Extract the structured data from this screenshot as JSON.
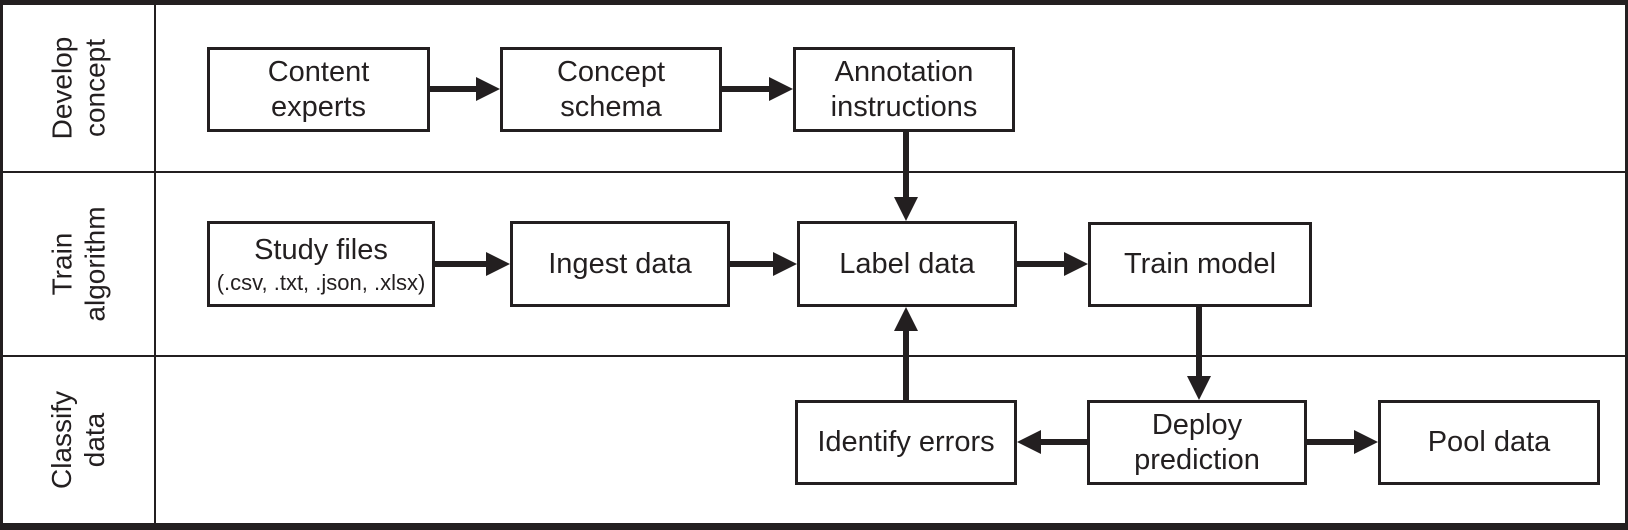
{
  "diagram": {
    "colors": {
      "ink": "#231f20",
      "paper": "#ffffff"
    },
    "lanes": [
      {
        "id": "develop-concept",
        "lines": [
          "Develop",
          "concept"
        ]
      },
      {
        "id": "train-algorithm",
        "lines": [
          "Train",
          "algorithm"
        ]
      },
      {
        "id": "classify-data",
        "lines": [
          "Classify",
          "data"
        ]
      }
    ],
    "nodes": {
      "content_experts": {
        "lines": [
          "Content",
          "experts"
        ]
      },
      "concept_schema": {
        "lines": [
          "Concept",
          "schema"
        ]
      },
      "annotation_instructions": {
        "lines": [
          "Annotation",
          "instructions"
        ]
      },
      "study_files": {
        "lines": [
          "Study files"
        ],
        "caption": "(.csv, .txt, .json, .xlsx)"
      },
      "ingest_data": {
        "lines": [
          "Ingest data"
        ]
      },
      "label_data": {
        "lines": [
          "Label data"
        ]
      },
      "train_model": {
        "lines": [
          "Train model"
        ]
      },
      "identify_errors": {
        "lines": [
          "Identify errors"
        ]
      },
      "deploy_prediction": {
        "lines": [
          "Deploy",
          "prediction"
        ]
      },
      "pool_data": {
        "lines": [
          "Pool data"
        ]
      }
    },
    "edges": [
      {
        "from": "content_experts",
        "to": "concept_schema",
        "direction": "right"
      },
      {
        "from": "concept_schema",
        "to": "annotation_instructions",
        "direction": "right"
      },
      {
        "from": "annotation_instructions",
        "to": "label_data",
        "direction": "down"
      },
      {
        "from": "study_files",
        "to": "ingest_data",
        "direction": "right"
      },
      {
        "from": "ingest_data",
        "to": "label_data",
        "direction": "right"
      },
      {
        "from": "label_data",
        "to": "train_model",
        "direction": "right"
      },
      {
        "from": "train_model",
        "to": "deploy_prediction",
        "direction": "down"
      },
      {
        "from": "deploy_prediction",
        "to": "identify_errors",
        "direction": "left"
      },
      {
        "from": "identify_errors",
        "to": "label_data",
        "direction": "up"
      },
      {
        "from": "deploy_prediction",
        "to": "pool_data",
        "direction": "right"
      }
    ]
  }
}
